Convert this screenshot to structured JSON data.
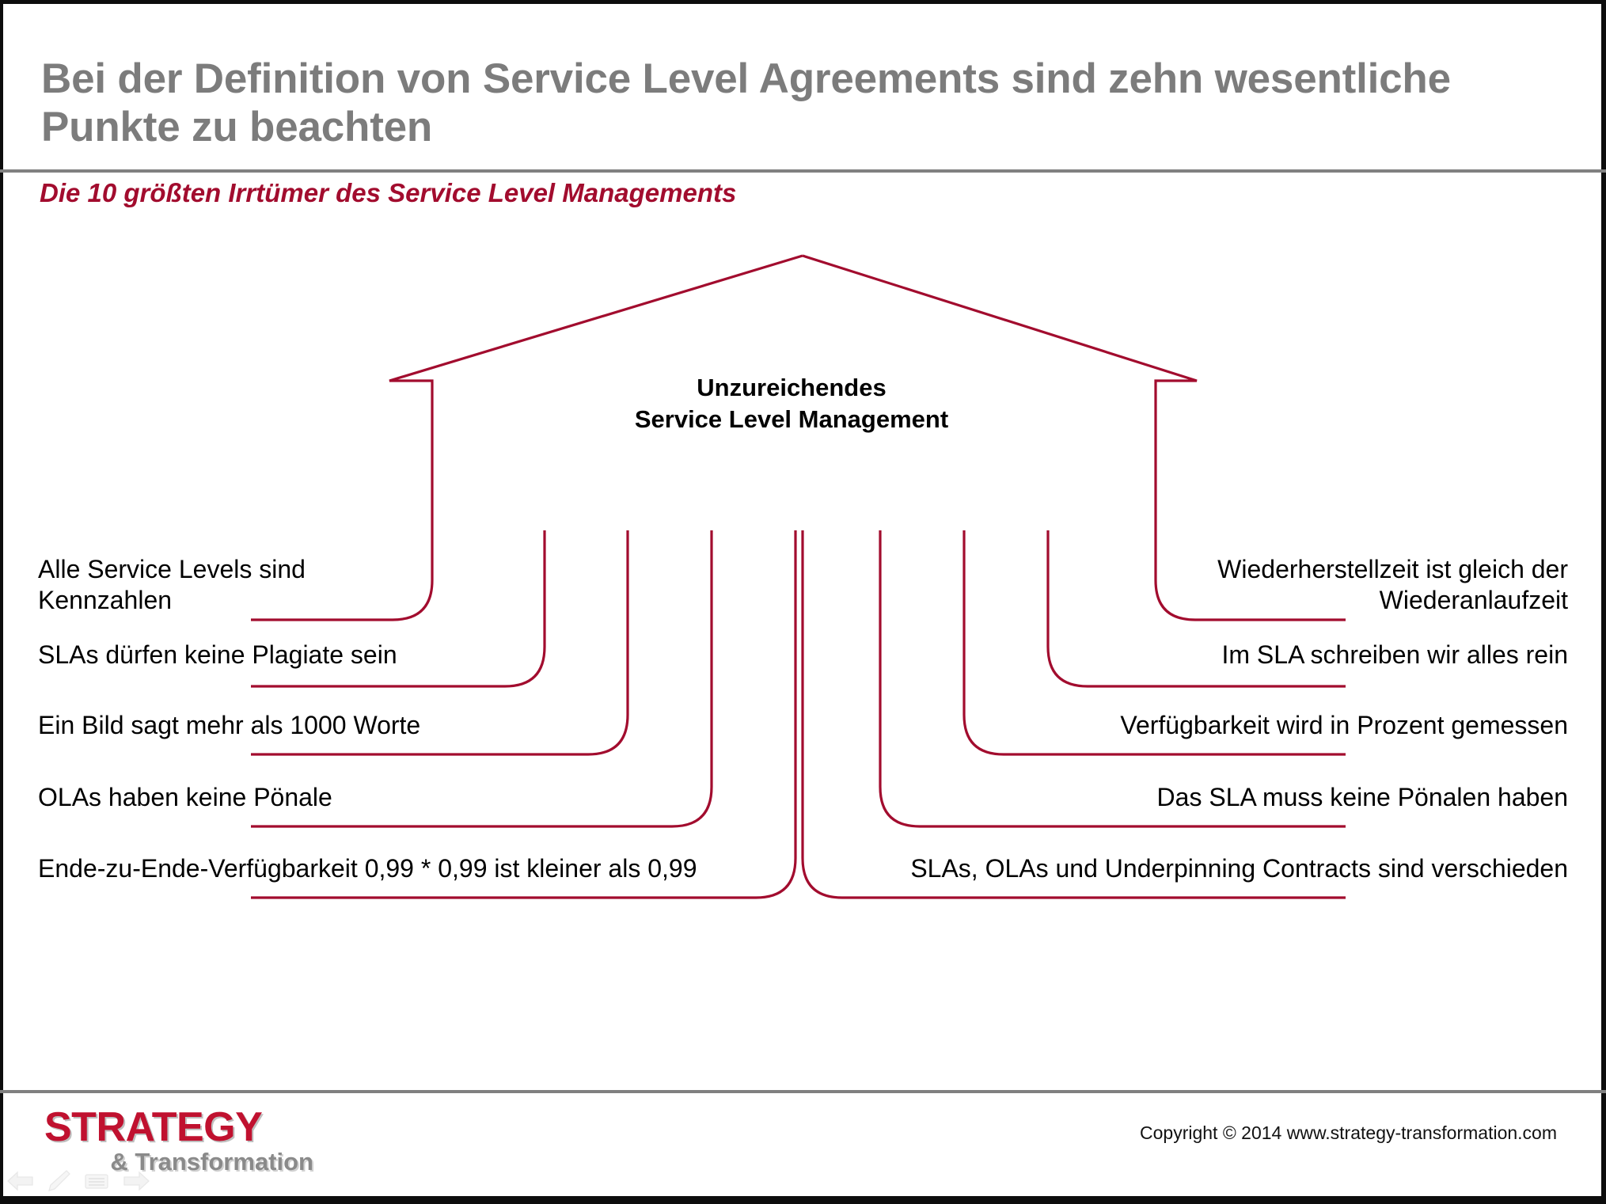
{
  "slide": {
    "title": "Bei der Definition von Service Level Agreements sind zehn wesentliche Punkte zu beachten",
    "subtitle": "Die 10 größten Irrtümer des Service Level Managements",
    "center_label_line1": "Unzureichendes",
    "center_label_line2": "Service Level Management"
  },
  "colors": {
    "accent_red": "#a20c2e",
    "title_gray": "#7c7c7c",
    "rule_gray": "#808080",
    "logo_red": "#c0112f",
    "text_black": "#000000"
  },
  "diagram": {
    "type": "fishbone-arrow",
    "center_title": "Unzureichendes Service Level Management",
    "left_items": [
      {
        "text": "Alle Service Levels sind\nKennzahlen"
      },
      {
        "text": "SLAs dürfen keine Plagiate sein"
      },
      {
        "text": "Ein Bild sagt mehr als 1000 Worte"
      },
      {
        "text": "OLAs haben keine Pönale"
      },
      {
        "text": "Ende-zu-Ende-Verfügbarkeit 0,99 * 0,99 ist kleiner als 0,99"
      }
    ],
    "right_items": [
      {
        "text": "Wiederherstellzeit ist gleich der\nWiederanlaufzeit"
      },
      {
        "text": "Im SLA schreiben wir alles rein"
      },
      {
        "text": "Verfügbarkeit wird in Prozent gemessen"
      },
      {
        "text": "Das SLA muss keine Pönalen haben"
      },
      {
        "text": "SLAs, OLAs und Underpinning Contracts sind verschieden"
      }
    ]
  },
  "footer": {
    "logo_main": "STRATEGY",
    "logo_sub": "& Transformation",
    "copyright": "Copyright © 2014 www.strategy-transformation.com",
    "nav_icons": [
      "back-arrow-icon",
      "pencil-icon",
      "menu-icon",
      "forward-arrow-icon"
    ]
  }
}
